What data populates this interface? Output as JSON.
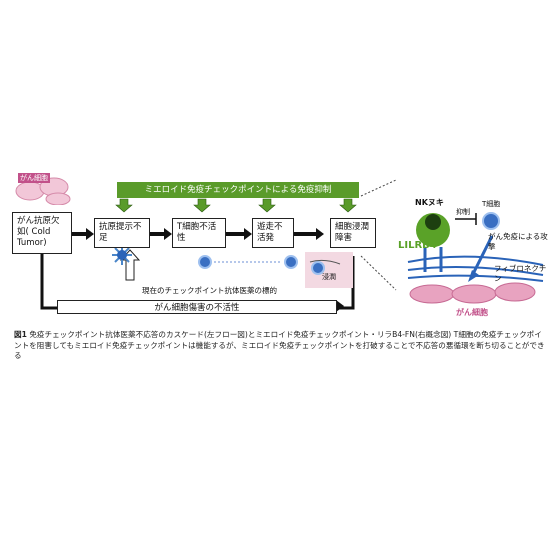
{
  "cancer_cell_label": "がん細胞",
  "banner": "ミエロイド免疫チェックポイントによる免疫抑制",
  "boxes": {
    "cold_tumor": "がん抗原欠如( Cold Tumor)",
    "antigen": "抗原提示不足",
    "t_cell": "T細胞不活性",
    "migration": "遊走不活発",
    "infiltration": "細胞浸潤障害"
  },
  "checkpoint_target": "現在のチェックポイント抗体医薬の標的",
  "invasion_label": "浸潤",
  "bottom_box": "がん細胞傷害の不活性",
  "right": {
    "nk_label": "NKヌキ",
    "suppression": "抑制",
    "t_cell": "T細胞",
    "lilrb4": "LILRB4",
    "attack": "がん免疫による攻撃",
    "fibronectin": "フィブロネクチン",
    "cancer_cell": "がん細胞"
  },
  "caption": {
    "fig": "図1",
    "text": "免疫チェックポイント抗体医薬不応答のカスケード(左フロー図)とミエロイド免疫チェックポイント・リラB4-FN(右概念図) T細胞の免疫チェックポイントを阻害してもミエロイド免疫チェックポイントは機能するが、ミエロイド免疫チェックポイントを打破することで不応答の悪循環を断ち切ることができる"
  },
  "colors": {
    "banner": "#5a9b2a",
    "cancer_cell": "#e8a3c0",
    "t_cell": "#3a6fc2",
    "lilrb4": "#5aa228",
    "fibronectin": "#2a63b8"
  }
}
